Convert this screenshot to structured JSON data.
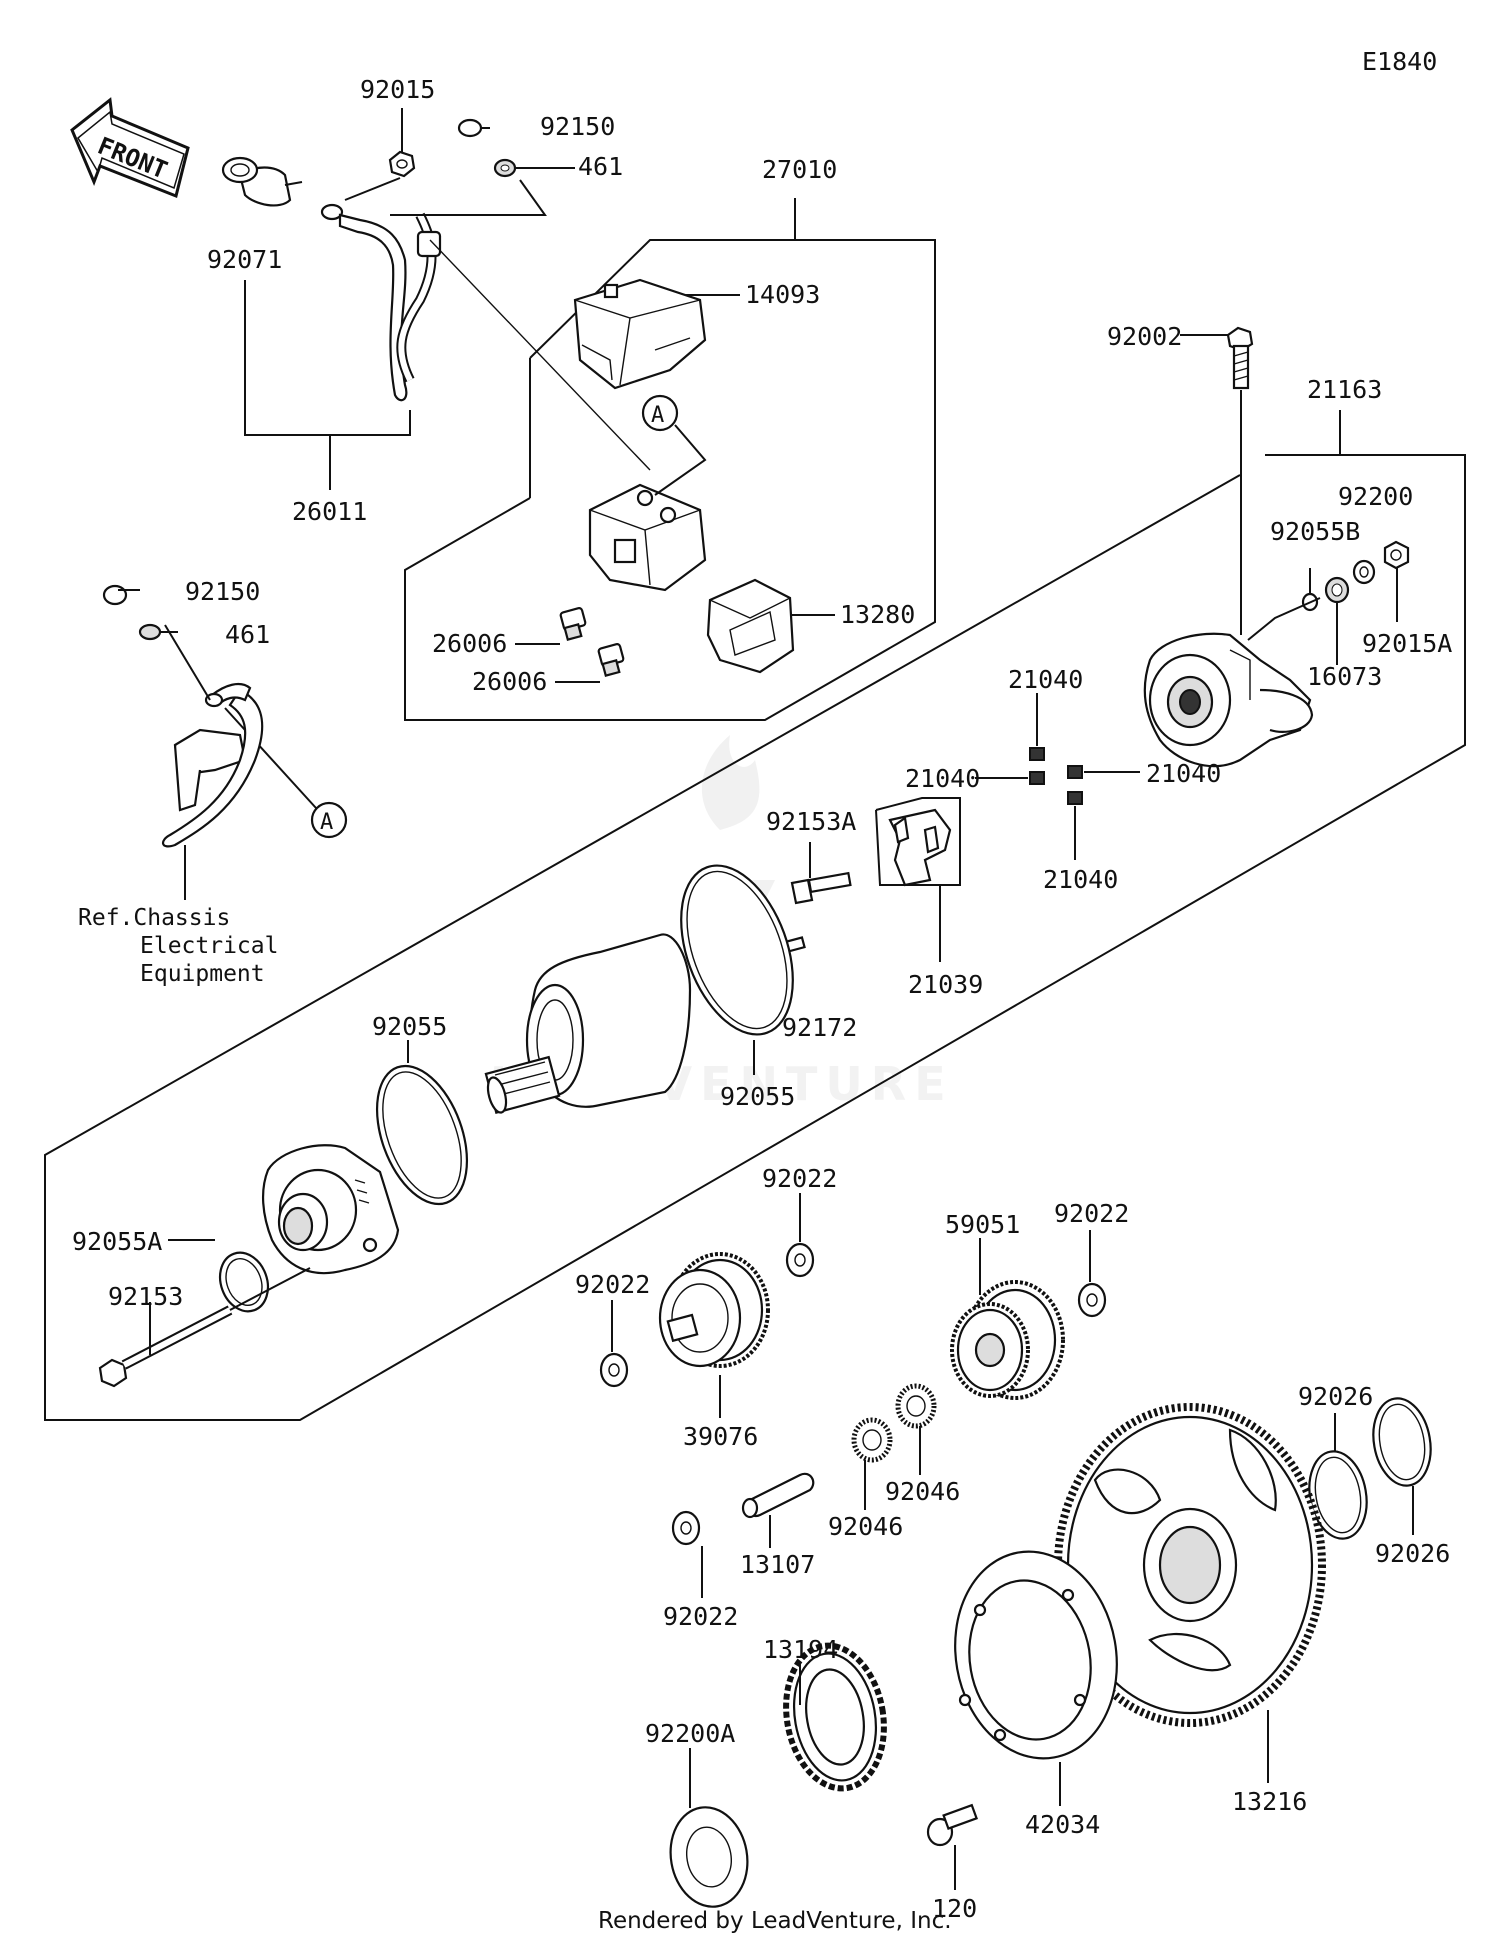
{
  "diagram": {
    "code": "E1840",
    "front_label": "FRONT",
    "ref_note_lines": [
      "Ref.Chassis",
      "Electrical",
      "Equipment"
    ],
    "callout_letter": "A",
    "watermark": "LEADVENTURE",
    "footer": "Rendered by LeadVenture, Inc.",
    "part_numbers": {
      "p92015": "92015",
      "p92150a": "92150",
      "p461a": "461",
      "p92071": "92071",
      "p27010": "27010",
      "p14093": "14093",
      "p26011": "26011",
      "p92150b": "92150",
      "p461b": "461",
      "p26006a": "26006",
      "p26006b": "26006",
      "p13280": "13280",
      "p92002": "92002",
      "p21163": "21163",
      "p92200": "92200",
      "p92055B": "92055B",
      "p92015A": "92015A",
      "p16073": "16073",
      "p21040a": "21040",
      "p21040b": "21040",
      "p21040c": "21040",
      "p21040d": "21040",
      "p92153A": "92153A",
      "p21039": "21039",
      "p92172": "92172",
      "p92055a": "92055",
      "p92055b": "92055",
      "p92055A": "92055A",
      "p92153": "92153",
      "p92022a": "92022",
      "p92022b": "92022",
      "p92022c": "92022",
      "p92022d": "92022",
      "p59051": "59051",
      "p39076": "39076",
      "p92046a": "92046",
      "p92046b": "92046",
      "p13107": "13107",
      "p92026a": "92026",
      "p92026b": "92026",
      "p13194": "13194",
      "p92200A": "92200A",
      "p42034": "42034",
      "p120": "120",
      "p13216": "13216"
    }
  }
}
